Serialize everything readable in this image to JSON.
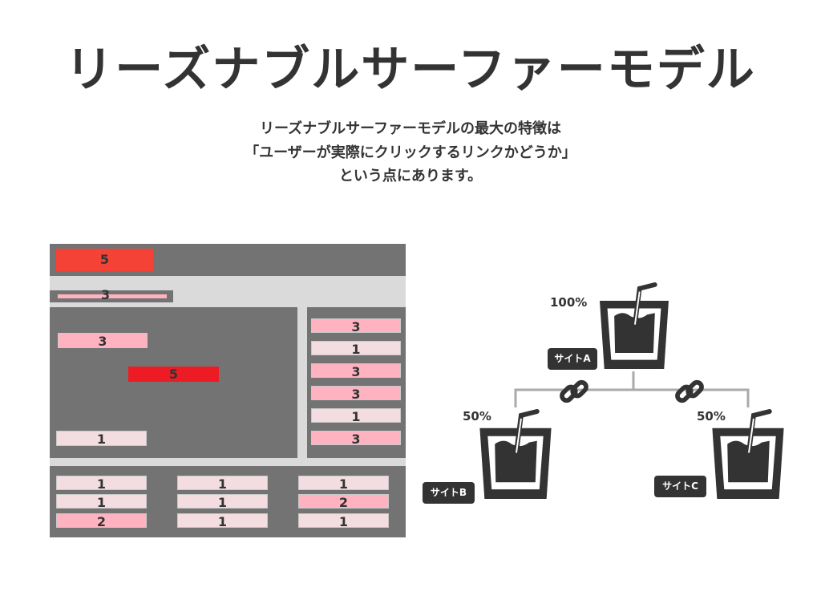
{
  "title": "リーズナブルサーファーモデル",
  "description": [
    "リーズナブルサーファーモデルの最大の特徴は",
    "「ユーザーが実際にクリックするリンクかどうか」",
    "という点にあります。"
  ],
  "page_mock": {
    "header": "5",
    "nav": "3",
    "main": [
      "3",
      "5",
      "1"
    ],
    "sidebar": [
      "3",
      "1",
      "3",
      "3",
      "1",
      "3"
    ],
    "footer": [
      [
        "1",
        "1",
        "2"
      ],
      [
        "1",
        "1",
        "1"
      ],
      [
        "1",
        "2",
        "1"
      ]
    ]
  },
  "colors": {
    "high": "#f44336",
    "highest": "#ed1c24",
    "medium": "#ffb3c0",
    "low": "#f4dde0"
  },
  "sites": [
    {
      "label": "サイトA",
      "percent": "100%"
    },
    {
      "label": "サイトB",
      "percent": "50%"
    },
    {
      "label": "サイトC",
      "percent": "50%"
    }
  ]
}
